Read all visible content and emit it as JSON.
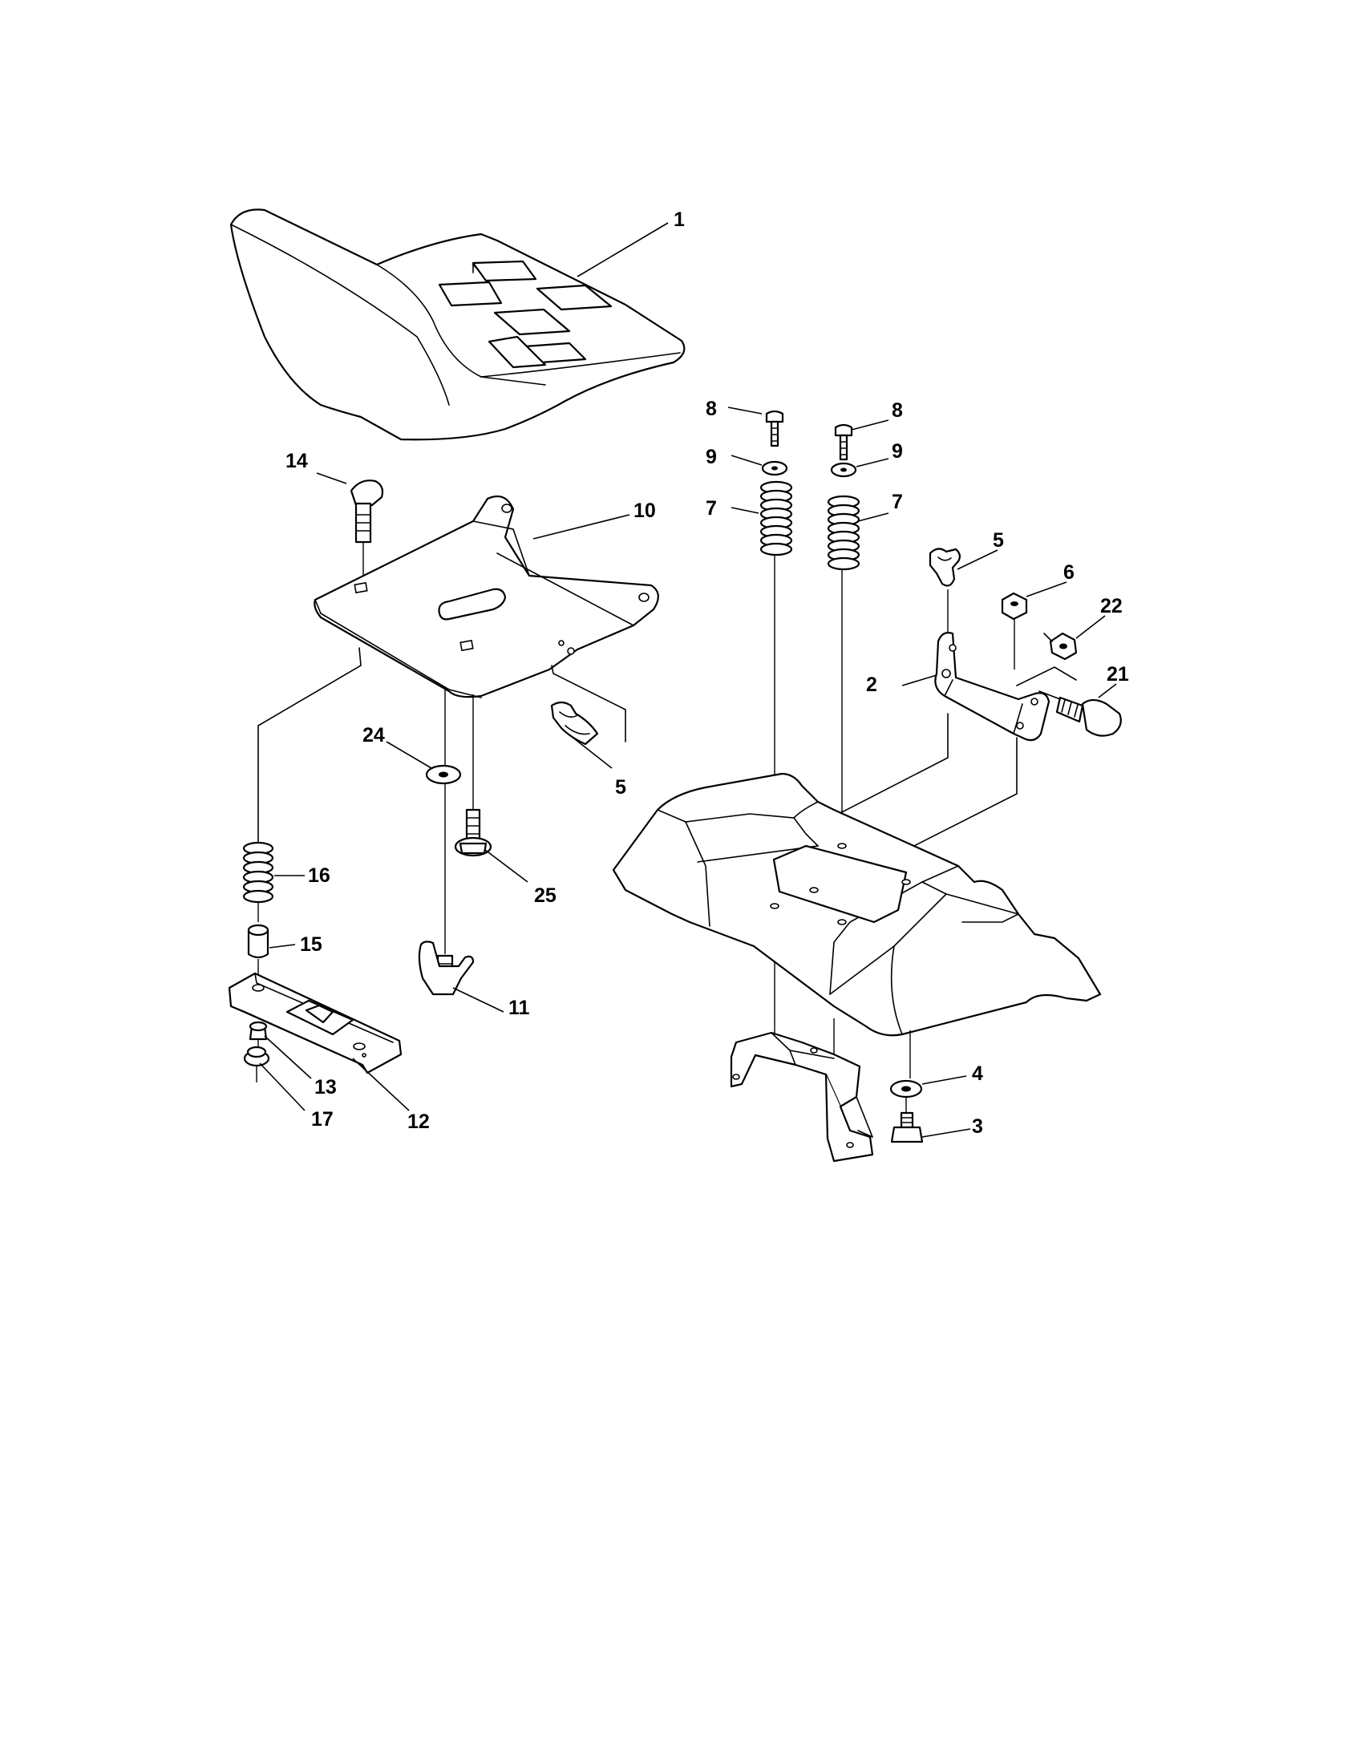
{
  "diagram": {
    "callouts": [
      {
        "id": "c1",
        "label": "1"
      },
      {
        "id": "c14",
        "label": "14"
      },
      {
        "id": "c10",
        "label": "10"
      },
      {
        "id": "c5a",
        "label": "5"
      },
      {
        "id": "c24",
        "label": "24"
      },
      {
        "id": "c25",
        "label": "25"
      },
      {
        "id": "c16",
        "label": "16"
      },
      {
        "id": "c15",
        "label": "15"
      },
      {
        "id": "c11",
        "label": "11"
      },
      {
        "id": "c13",
        "label": "13"
      },
      {
        "id": "c17",
        "label": "17"
      },
      {
        "id": "c12",
        "label": "12"
      },
      {
        "id": "c8a",
        "label": "8"
      },
      {
        "id": "c9a",
        "label": "9"
      },
      {
        "id": "c7a",
        "label": "7"
      },
      {
        "id": "c8b",
        "label": "8"
      },
      {
        "id": "c9b",
        "label": "9"
      },
      {
        "id": "c7b",
        "label": "7"
      },
      {
        "id": "c5b",
        "label": "5"
      },
      {
        "id": "c6",
        "label": "6"
      },
      {
        "id": "c22",
        "label": "22"
      },
      {
        "id": "c2",
        "label": "2"
      },
      {
        "id": "c21",
        "label": "21"
      },
      {
        "id": "c4",
        "label": "4"
      },
      {
        "id": "c3",
        "label": "3"
      }
    ]
  }
}
